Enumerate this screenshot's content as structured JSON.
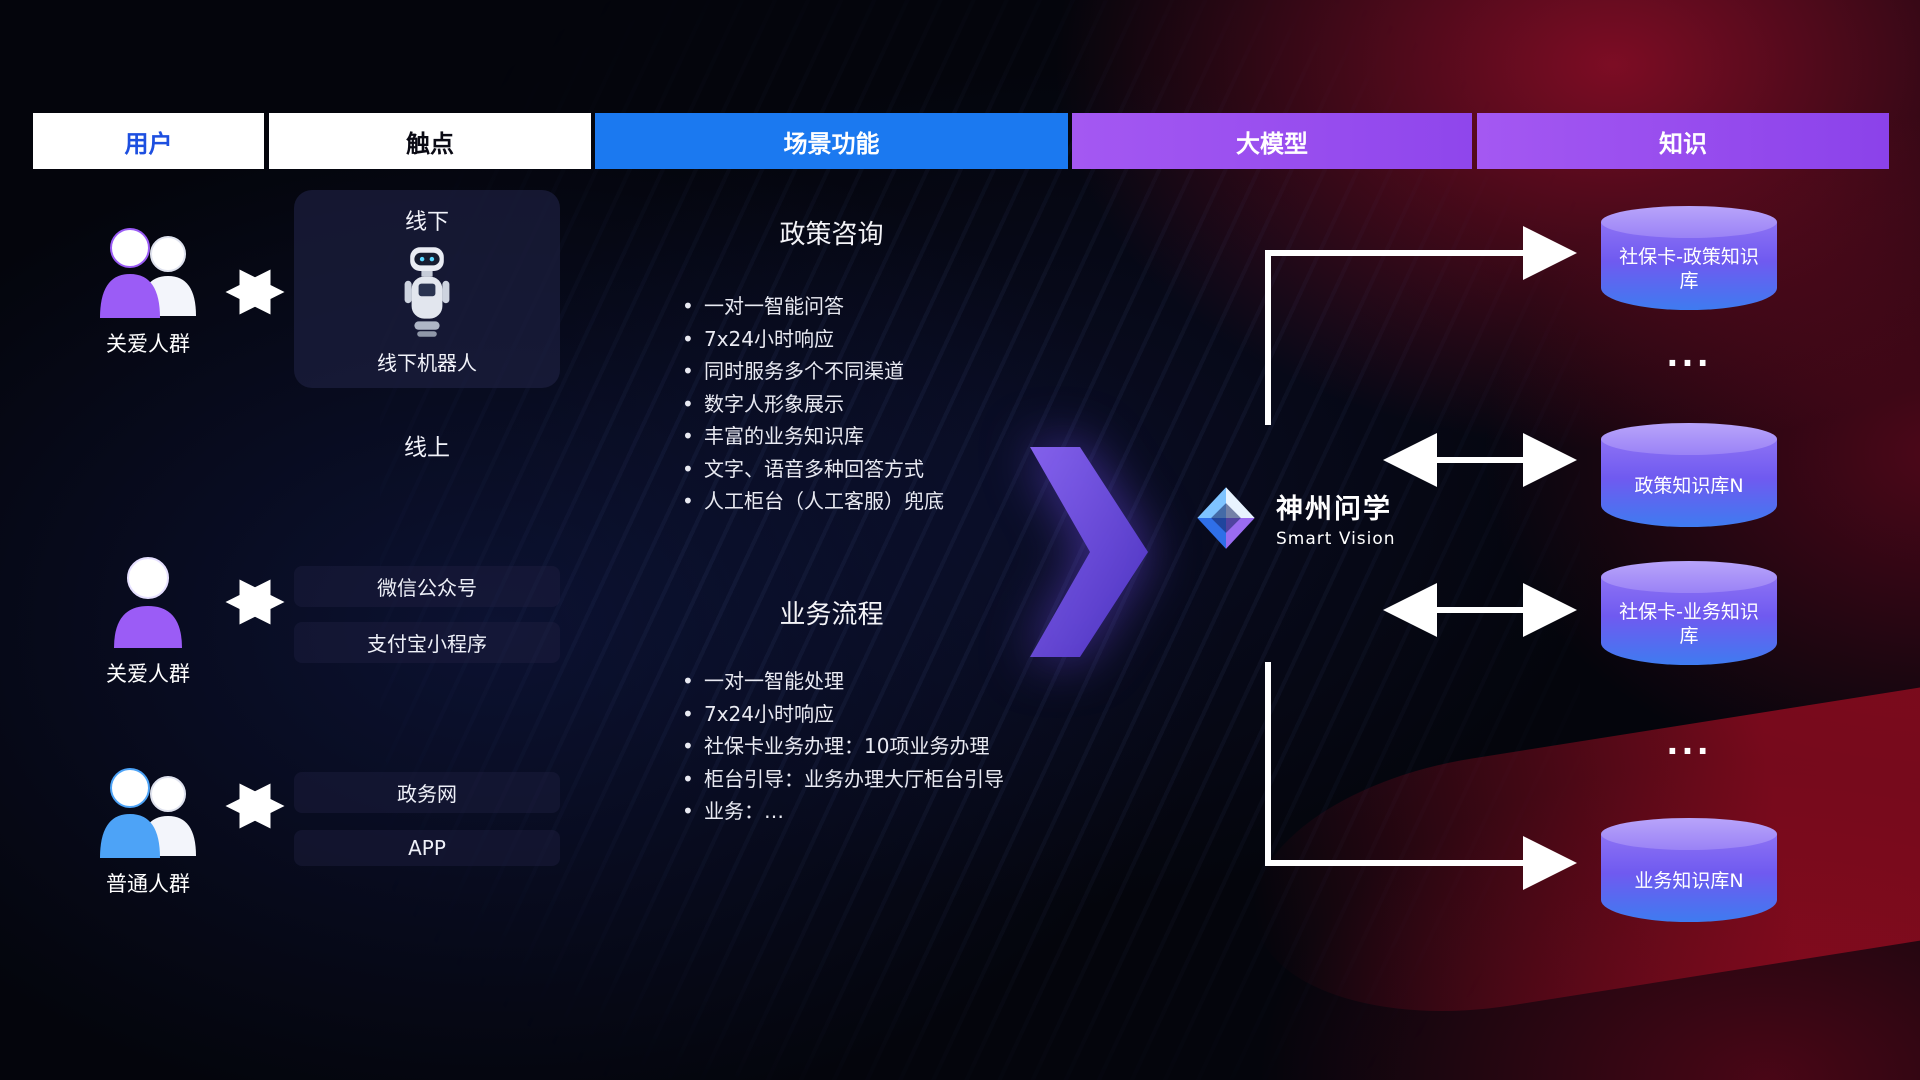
{
  "header": {
    "columns": [
      {
        "label": "用户"
      },
      {
        "label": "触点"
      },
      {
        "label": "场景功能"
      },
      {
        "label": "大模型"
      },
      {
        "label": "知识"
      }
    ]
  },
  "users": [
    {
      "label": "关爱人群",
      "icon": "group-people-icon",
      "color": "#9b5cf6"
    },
    {
      "label": "关爱人群",
      "icon": "single-person-icon",
      "color": "#9b5cf6"
    },
    {
      "label": "普通人群",
      "icon": "group-people-icon",
      "color": "#4da3f7"
    }
  ],
  "touchpoints": {
    "offline_title": "线下",
    "robot_label": "线下机器人",
    "online_title": "线上",
    "channels": [
      "微信公众号",
      "支付宝小程序",
      "政务网",
      "APP"
    ]
  },
  "scenes": {
    "policy": {
      "title": "政策咨询",
      "items": [
        "一对一智能问答",
        "7x24小时响应",
        "同时服务多个不同渠道",
        "数字人形象展示",
        "丰富的业务知识库",
        "文字、语音多种回答方式",
        "人工柜台（人工客服）兜底"
      ]
    },
    "business": {
      "title": "业务流程",
      "items": [
        "一对一智能处理",
        "7x24小时响应",
        "社保卡业务办理：10项业务办理",
        "柜台引导：业务办理大厅柜台引导",
        "业务：…"
      ]
    }
  },
  "model": {
    "name": "神州问学",
    "subtitle": "Smart Vision"
  },
  "knowledge": {
    "databases": [
      "社保卡-政策知识库",
      "政策知识库N",
      "社保卡-业务知识库",
      "业务知识库N"
    ],
    "ellipsis": "..."
  },
  "colors": {
    "header_user_text": "#1d4fe0",
    "header_scene_bg": "#1b79f0",
    "header_model_bg": "#9d52ee",
    "cylinder_top": "#b8a4fa",
    "cylinder_body_top": "#8d72f4",
    "cylinder_body_bottom": "#3f7bf0",
    "big_arrow": "#7452e8",
    "background_red": "#c01234",
    "background_navy": "#121c50"
  }
}
